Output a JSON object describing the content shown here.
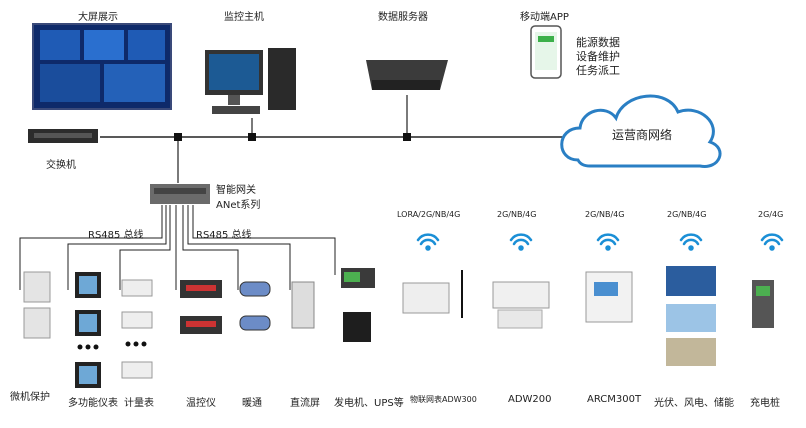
{
  "top": {
    "big_screen": "大屏展示",
    "monitor_host": "监控主机",
    "data_server": "数据服务器",
    "mobile_app": "移动端APP",
    "app_features": [
      "能源数据",
      "设备维护",
      "任务派工"
    ]
  },
  "network": {
    "switch": "交换机",
    "carrier_network": "运营商网络"
  },
  "gateway": {
    "name": "智能网关",
    "series": "ANet系列",
    "bus_left": "RS485 总线",
    "bus_right": "RS485 总线"
  },
  "devices": [
    {
      "label": "微机保护"
    },
    {
      "label": "多功能仪表"
    },
    {
      "label": "计量表"
    },
    {
      "label": "温控仪"
    },
    {
      "label": "暖通"
    },
    {
      "label": "直流屏"
    },
    {
      "label": "发电机、UPS等"
    }
  ],
  "wireless": [
    {
      "protocol": "LORA/2G/NB/4G",
      "label": "物联网表ADW300"
    },
    {
      "protocol": "2G/NB/4G",
      "label": "ADW200"
    },
    {
      "protocol": "2G/NB/4G",
      "label": "ARCM300T"
    },
    {
      "protocol": "2G/NB/4G",
      "label": "光伏、风电、储能"
    },
    {
      "protocol": "2G/4G",
      "label": "充电桩"
    }
  ],
  "colors": {
    "wifi": "#1b8fd6",
    "cloud": "#2a7fc4",
    "line": "#222222"
  }
}
